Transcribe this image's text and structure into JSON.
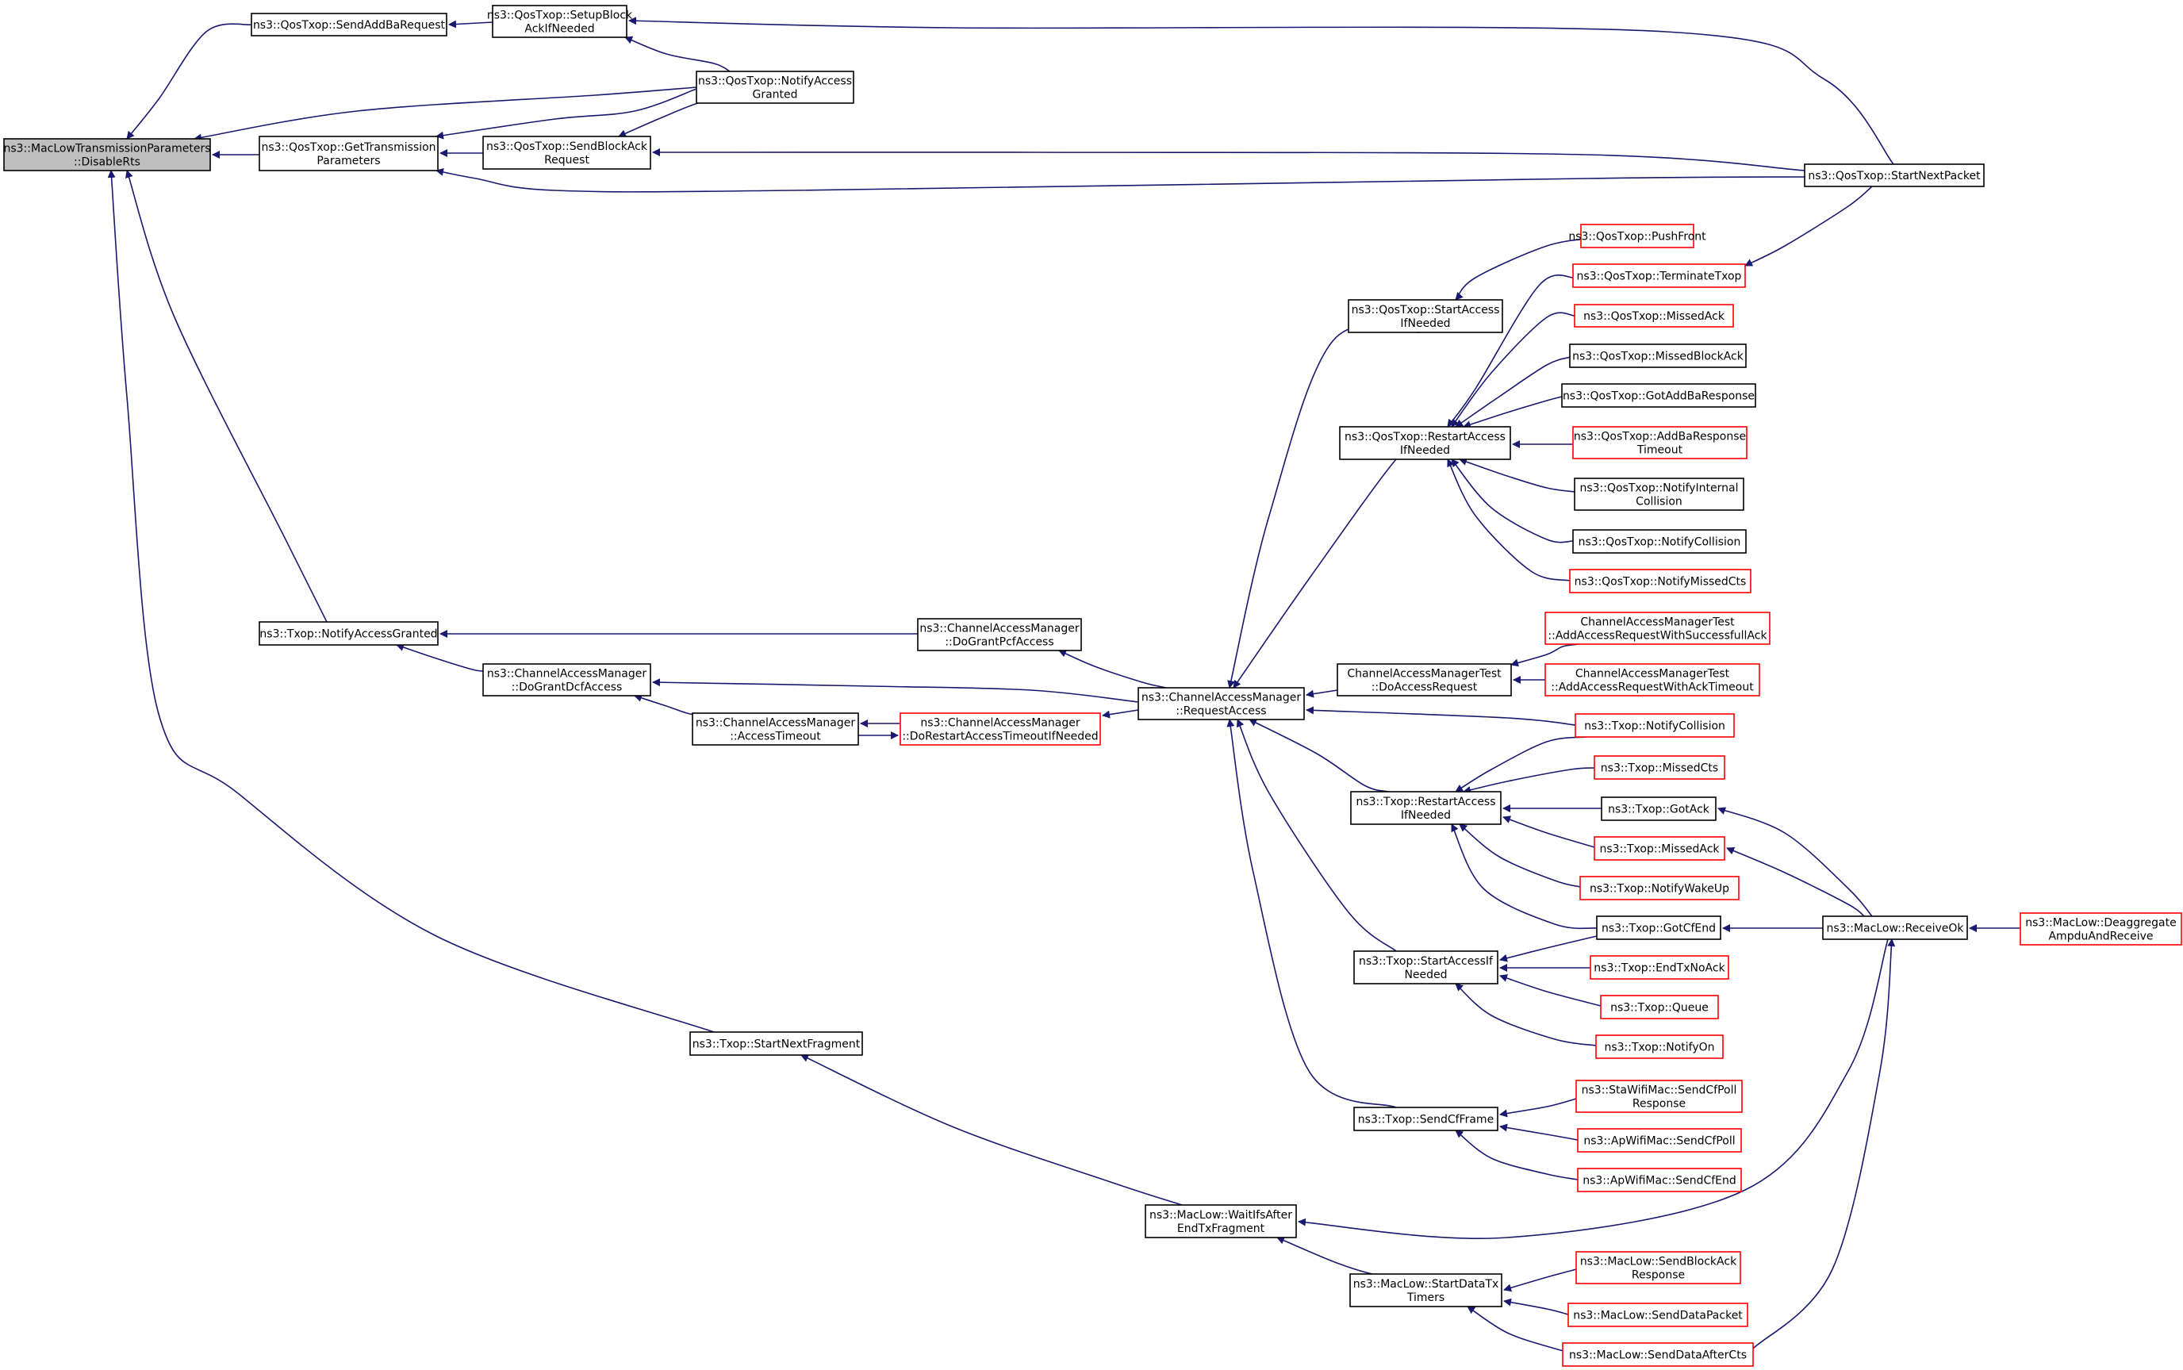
{
  "colors": {
    "edge": "#191970",
    "node_border": "#000000",
    "external_border": "#ff0000",
    "root_fill": "#bfbfbf",
    "background": "#ffffff"
  },
  "nodes": [
    {
      "id": "root",
      "lines": [
        "ns3::MacLowTransmissionParameters",
        "::DisableRts"
      ],
      "style": "root"
    },
    {
      "id": "sendAddBa",
      "lines": [
        "ns3::QosTxop::SendAddBaRequest"
      ],
      "style": "normal"
    },
    {
      "id": "setupBlock",
      "lines": [
        "ns3::QosTxop::SetupBlock",
        "AckIfNeeded"
      ],
      "style": "normal"
    },
    {
      "id": "notifyAccessQ",
      "lines": [
        "ns3::QosTxop::NotifyAccess",
        "Granted"
      ],
      "style": "normal"
    },
    {
      "id": "getTxParams",
      "lines": [
        "ns3::QosTxop::GetTransmission",
        "Parameters"
      ],
      "style": "normal"
    },
    {
      "id": "sendBlockAckReq",
      "lines": [
        "ns3::QosTxop::SendBlockAck",
        "Request"
      ],
      "style": "normal"
    },
    {
      "id": "startNextPacket",
      "lines": [
        "ns3::QosTxop::StartNextPacket"
      ],
      "style": "normal"
    },
    {
      "id": "pushFront",
      "lines": [
        "ns3::QosTxop::PushFront"
      ],
      "style": "red"
    },
    {
      "id": "terminateTxop",
      "lines": [
        "ns3::QosTxop::TerminateTxop"
      ],
      "style": "red"
    },
    {
      "id": "qStartAccess",
      "lines": [
        "ns3::QosTxop::StartAccess",
        "IfNeeded"
      ],
      "style": "normal"
    },
    {
      "id": "qMissedAck",
      "lines": [
        "ns3::QosTxop::MissedAck"
      ],
      "style": "red"
    },
    {
      "id": "qMissedBlockAck",
      "lines": [
        "ns3::QosTxop::MissedBlockAck"
      ],
      "style": "normal"
    },
    {
      "id": "qGotAddBa",
      "lines": [
        "ns3::QosTxop::GotAddBaResponse"
      ],
      "style": "normal"
    },
    {
      "id": "qRestartAccess",
      "lines": [
        "ns3::QosTxop::RestartAccess",
        "IfNeeded"
      ],
      "style": "normal"
    },
    {
      "id": "qAddBaTimeout",
      "lines": [
        "ns3::QosTxop::AddBaResponse",
        "Timeout"
      ],
      "style": "red"
    },
    {
      "id": "qNotifyInternal",
      "lines": [
        "ns3::QosTxop::NotifyInternal",
        "Collision"
      ],
      "style": "normal"
    },
    {
      "id": "qNotifyCollision",
      "lines": [
        "ns3::QosTxop::NotifyCollision"
      ],
      "style": "normal"
    },
    {
      "id": "qNotifyMissedCts",
      "lines": [
        "ns3::QosTxop::NotifyMissedCts"
      ],
      "style": "red"
    },
    {
      "id": "txopNotifyAccess",
      "lines": [
        "ns3::Txop::NotifyAccessGranted"
      ],
      "style": "normal"
    },
    {
      "id": "doGrantPcf",
      "lines": [
        "ns3::ChannelAccessManager",
        "::DoGrantPcfAccess"
      ],
      "style": "normal"
    },
    {
      "id": "doGrantDcf",
      "lines": [
        "ns3::ChannelAccessManager",
        "::DoGrantDcfAccess"
      ],
      "style": "normal"
    },
    {
      "id": "accessTimeout",
      "lines": [
        "ns3::ChannelAccessManager",
        "::AccessTimeout"
      ],
      "style": "normal"
    },
    {
      "id": "doRestartTimeout",
      "lines": [
        "ns3::ChannelAccessManager",
        "::DoRestartAccessTimeoutIfNeeded"
      ],
      "style": "red"
    },
    {
      "id": "requestAccess",
      "lines": [
        "ns3::ChannelAccessManager",
        "::RequestAccess"
      ],
      "style": "normal"
    },
    {
      "id": "camtDoAccess",
      "lines": [
        "ChannelAccessManagerTest",
        "::DoAccessRequest"
      ],
      "style": "normal"
    },
    {
      "id": "camtSuccess",
      "lines": [
        "ChannelAccessManagerTest",
        "::AddAccessRequestWithSuccessfullAck"
      ],
      "style": "red"
    },
    {
      "id": "camtAckTimeout",
      "lines": [
        "ChannelAccessManagerTest",
        "::AddAccessRequestWithAckTimeout"
      ],
      "style": "red"
    },
    {
      "id": "tNotifyCollision",
      "lines": [
        "ns3::Txop::NotifyCollision"
      ],
      "style": "red"
    },
    {
      "id": "tMissedCts",
      "lines": [
        "ns3::Txop::MissedCts"
      ],
      "style": "red"
    },
    {
      "id": "tRestartAccess",
      "lines": [
        "ns3::Txop::RestartAccess",
        "IfNeeded"
      ],
      "style": "normal"
    },
    {
      "id": "tGotAck",
      "lines": [
        "ns3::Txop::GotAck"
      ],
      "style": "normal"
    },
    {
      "id": "tMissedAck",
      "lines": [
        "ns3::Txop::MissedAck"
      ],
      "style": "red"
    },
    {
      "id": "tNotifyWakeUp",
      "lines": [
        "ns3::Txop::NotifyWakeUp"
      ],
      "style": "red"
    },
    {
      "id": "tGotCfEnd",
      "lines": [
        "ns3::Txop::GotCfEnd"
      ],
      "style": "normal"
    },
    {
      "id": "receiveOk",
      "lines": [
        "ns3::MacLow::ReceiveOk"
      ],
      "style": "normal"
    },
    {
      "id": "deaggregate",
      "lines": [
        "ns3::MacLow::Deaggregate",
        "AmpduAndReceive"
      ],
      "style": "red"
    },
    {
      "id": "tStartAccess",
      "lines": [
        "ns3::Txop::StartAccessIf",
        "Needed"
      ],
      "style": "normal"
    },
    {
      "id": "tEndTxNoAck",
      "lines": [
        "ns3::Txop::EndTxNoAck"
      ],
      "style": "red"
    },
    {
      "id": "tQueue",
      "lines": [
        "ns3::Txop::Queue"
      ],
      "style": "red"
    },
    {
      "id": "tNotifyOn",
      "lines": [
        "ns3::Txop::NotifyOn"
      ],
      "style": "red"
    },
    {
      "id": "tStartNextFrag",
      "lines": [
        "ns3::Txop::StartNextFragment"
      ],
      "style": "normal"
    },
    {
      "id": "tSendCfFrame",
      "lines": [
        "ns3::Txop::SendCfFrame"
      ],
      "style": "normal"
    },
    {
      "id": "staSendCfPoll",
      "lines": [
        "ns3::StaWifiMac::SendCfPoll",
        "Response"
      ],
      "style": "red"
    },
    {
      "id": "apSendCfPoll",
      "lines": [
        "ns3::ApWifiMac::SendCfPoll"
      ],
      "style": "red"
    },
    {
      "id": "apSendCfEnd",
      "lines": [
        "ns3::ApWifiMac::SendCfEnd"
      ],
      "style": "red"
    },
    {
      "id": "waitIfs",
      "lines": [
        "ns3::MacLow::WaitIfsAfter",
        "EndTxFragment"
      ],
      "style": "normal"
    },
    {
      "id": "startDataTx",
      "lines": [
        "ns3::MacLow::StartDataTx",
        "Timers"
      ],
      "style": "normal"
    },
    {
      "id": "sendBlockAckResp",
      "lines": [
        "ns3::MacLow::SendBlockAck",
        "Response"
      ],
      "style": "red"
    },
    {
      "id": "sendDataPacket",
      "lines": [
        "ns3::MacLow::SendDataPacket"
      ],
      "style": "red"
    },
    {
      "id": "sendDataAfterCts",
      "lines": [
        "ns3::MacLow::SendDataAfterCts"
      ],
      "style": "red"
    }
  ],
  "edges": [
    [
      "sendAddBa",
      "root"
    ],
    [
      "notifyAccessQ",
      "root"
    ],
    [
      "getTxParams",
      "root"
    ],
    [
      "txopNotifyAccess",
      "root"
    ],
    [
      "tStartNextFrag",
      "root"
    ],
    [
      "setupBlock",
      "sendAddBa"
    ],
    [
      "notifyAccessQ",
      "setupBlock"
    ],
    [
      "startNextPacket",
      "setupBlock"
    ],
    [
      "notifyAccessQ",
      "getTxParams"
    ],
    [
      "sendBlockAckReq",
      "getTxParams"
    ],
    [
      "startNextPacket",
      "getTxParams"
    ],
    [
      "notifyAccessQ",
      "sendBlockAckReq"
    ],
    [
      "startNextPacket",
      "sendBlockAckReq"
    ],
    [
      "terminateTxop",
      "startNextPacket"
    ],
    [
      "pushFront",
      "qStartAccess"
    ],
    [
      "terminateTxop",
      "qRestartAccess"
    ],
    [
      "qMissedAck",
      "qRestartAccess"
    ],
    [
      "qMissedBlockAck",
      "qRestartAccess"
    ],
    [
      "qGotAddBa",
      "qRestartAccess"
    ],
    [
      "qAddBaTimeout",
      "qRestartAccess"
    ],
    [
      "qNotifyInternal",
      "qRestartAccess"
    ],
    [
      "qNotifyCollision",
      "qRestartAccess"
    ],
    [
      "qNotifyMissedCts",
      "qRestartAccess"
    ],
    [
      "doGrantPcf",
      "txopNotifyAccess"
    ],
    [
      "doGrantDcf",
      "txopNotifyAccess"
    ],
    [
      "requestAccess",
      "doGrantPcf"
    ],
    [
      "requestAccess",
      "doGrantDcf"
    ],
    [
      "accessTimeout",
      "doGrantDcf"
    ],
    [
      "doRestartTimeout",
      "accessTimeout"
    ],
    [
      "accessTimeout",
      "doRestartTimeout"
    ],
    [
      "requestAccess",
      "doRestartTimeout"
    ],
    [
      "qStartAccess",
      "requestAccess"
    ],
    [
      "qRestartAccess",
      "requestAccess"
    ],
    [
      "camtDoAccess",
      "requestAccess"
    ],
    [
      "tNotifyCollision",
      "requestAccess"
    ],
    [
      "tRestartAccess",
      "requestAccess"
    ],
    [
      "tStartAccess",
      "requestAccess"
    ],
    [
      "tSendCfFrame",
      "requestAccess"
    ],
    [
      "camtSuccess",
      "camtDoAccess"
    ],
    [
      "camtAckTimeout",
      "camtDoAccess"
    ],
    [
      "tNotifyCollision",
      "tRestartAccess"
    ],
    [
      "tMissedCts",
      "tRestartAccess"
    ],
    [
      "tGotAck",
      "tRestartAccess"
    ],
    [
      "tMissedAck",
      "tRestartAccess"
    ],
    [
      "tNotifyWakeUp",
      "tRestartAccess"
    ],
    [
      "tGotCfEnd",
      "tRestartAccess"
    ],
    [
      "receiveOk",
      "tGotAck"
    ],
    [
      "receiveOk",
      "tMissedAck"
    ],
    [
      "receiveOk",
      "tGotCfEnd"
    ],
    [
      "deaggregate",
      "receiveOk"
    ],
    [
      "tGotCfEnd",
      "tStartAccess"
    ],
    [
      "tEndTxNoAck",
      "tStartAccess"
    ],
    [
      "tQueue",
      "tStartAccess"
    ],
    [
      "tNotifyOn",
      "tStartAccess"
    ],
    [
      "staSendCfPoll",
      "tSendCfFrame"
    ],
    [
      "apSendCfPoll",
      "tSendCfFrame"
    ],
    [
      "apSendCfEnd",
      "tSendCfFrame"
    ],
    [
      "waitIfs",
      "tStartNextFrag"
    ],
    [
      "receiveOk",
      "waitIfs"
    ],
    [
      "startDataTx",
      "waitIfs"
    ],
    [
      "sendBlockAckResp",
      "startDataTx"
    ],
    [
      "sendDataPacket",
      "startDataTx"
    ],
    [
      "sendDataAfterCts",
      "startDataTx"
    ],
    [
      "sendDataAfterCts",
      "receiveOk"
    ]
  ]
}
